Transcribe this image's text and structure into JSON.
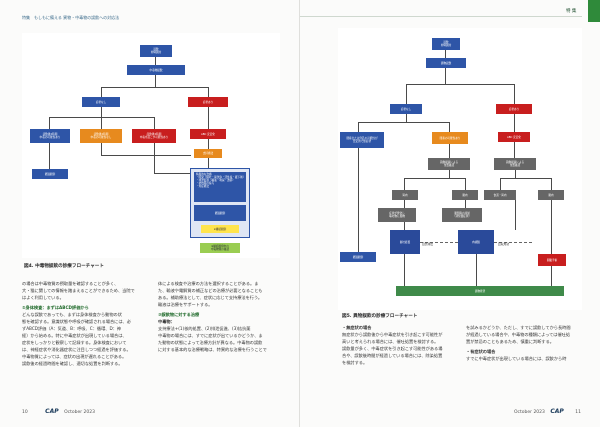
{
  "header": {
    "left": "特集　もしもに備える 異物・中毒物の誤飲への対応法",
    "right": "特 集"
  },
  "figure4": {
    "caption": "図4. 中毒物誤飲の診療フローチャート",
    "n1": "誤飲\n非特異的",
    "n2": "中毒物誤飲",
    "n3": "症状なし",
    "n4": "症状あり",
    "n5": "誤飲後2時間\n中毒の可能性あり",
    "n6": "誤飲後2時間\n中毒の可能性なし",
    "n7": "誤飲後2時間\n中毒を起こす可能性あり",
    "n8": "ABC 安定化",
    "n9": "経過観察",
    "n10": "支持療法",
    "list_title": "特異的な治療",
    "list1": "・除染（催吐・胃洗浄・活性炭・緩下剤）",
    "list2": "・排泄促進（輸液・利尿・透析）",
    "list3": "・拮抗薬の投与",
    "list4": "・対症療法",
    "n11": "経過観察",
    "n12": "※継続観察",
    "n13": "※継続観察中の\n中毒物質の確認"
  },
  "figure5": {
    "caption": "図5. 異物誤飲の診療フローチャート",
    "n1": "誤飲\n非特異的",
    "n2": "異物誤飲",
    "n3": "症状なし",
    "n4": "症状あり",
    "n5": "閉塞または穿孔の可能性が\n否定的で無症状",
    "n6": "閉塞の可能性あり",
    "n7": "ABC 安定化",
    "n8": "画像検査による\n位置確認",
    "n9": "画像検査による\n位置確認",
    "n10": "胃内",
    "n11": "腸内",
    "n12": "食道・胃内",
    "n13": "腸内",
    "n14": "症状が悪化し\n嘔吐物に異物",
    "n15": "腸閉塞の兆候\n（消化器症状）",
    "n16": "催吐処置",
    "n17": "内視鏡",
    "n18": "開腹手術",
    "n19": "経過観察",
    "n20": "自然排出",
    "n21": "異物排泄",
    "n22": "回収成功"
  },
  "left_text": {
    "intro1": "の場合は中毒物質の摂取量を確認することが多く、",
    "intro2": "大・猫に関しての情報を踏まえることができるため、当院で",
    "intro3": "はよく利用している。",
    "sec1": "②身体検査：まずはABCD評価から",
    "b1": "どんな誤飲であっても、まずは身体検査から動物の状",
    "b2": "態を確認する。意識状態や呼吸が確認される場合には、必",
    "b3": "ずABCD評価（A：気道、B：呼吸、C：循環、D：神",
    "b4": "経）から始める。特に中毒症状が出現している場合は、",
    "b5": "症状をしっかりと観察して記録する。身体検査において",
    "b6": "は、神経症状や消化器症状に注目しつつ経過を評価する。",
    "b7": "中毒物質によっては、症状の出現が遅れることがある。",
    "b8": "誤飲後の経過時間を確認し、適切な処置を判断する。",
    "c1": "体による検査や治療の方法を選択することがある。ま",
    "c2": "た、輸液や電解質の補正などの治療が必要となることも",
    "c3": "ある。補助療法として、症状に応じて支持療法を行う。",
    "c4": "輸液は治療をサポートする。",
    "sec2": "③誤飲物に対する治療",
    "c5": "中毒物：",
    "c6": "支持療法+(1)核的処置、(2)排泄促進、(3)拮抗薬",
    "c7": "中毒物の場合には、すでに症状が出ているかどうか、ま",
    "c8": "た動物の状態によって治療方針が異なる。中毒物の誤飲",
    "c9": "に対する基本的な治療戦略は、特異的な治療を行うことで"
  },
  "right_text": {
    "a1": "・無症状の場合",
    "a2": "無症状から誤飲後から中毒症状を引き起こす可能性が",
    "a3": "高いと考えられる場合には、催吐処置を検討する。",
    "a4": "誤飲量が多く、中毒症状を引き起こす可能性がある場",
    "a5": "合や、誤飲後時間が経過している場合には、除染処置",
    "a6": "を検討する。",
    "b1": "を試みるかどうか、ただし、すでに誤飲してから長時間",
    "b2": "が経過している場合や、中毒物の種類によっては催吐処",
    "b3": "置が禁忌のこともあるため、慎重に判断する。",
    "b4": "・有症状の場合",
    "b5": "すでに中毒症状が出現している場合には、誤飲から時"
  },
  "footer": {
    "left_page": "10",
    "left_logo": "CAP",
    "left_issue": "October 2023",
    "right_issue": "October 2023",
    "right_logo": "CAP",
    "right_page": "11"
  }
}
